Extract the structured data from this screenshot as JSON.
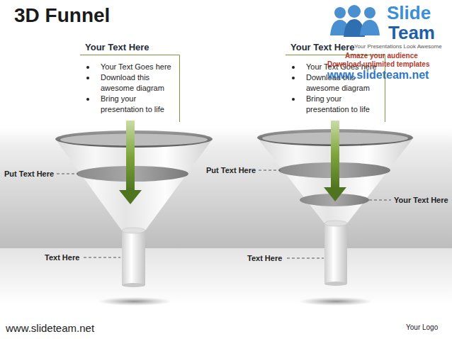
{
  "diagram": {
    "title": "3D Funnel",
    "nodes": [
      {
        "text": [
          "Your Text Here",
          "Your Text Goes here",
          "Download this awesome diagram",
          "Bring your presentation to life"
        ]
      },
      {
        "text": [
          "Your Text Here",
          "Your Text Goes here",
          "Download this awesome diagram",
          "Bring your presentation to life"
        ]
      }
    ],
    "labels": [
      "Put Text Here",
      "Text Here",
      "Put Text Here",
      "Text Here",
      "Your Text Here",
      "Slide",
      "Team",
      "Your Presentations Look Awesome",
      "Amaze your audience",
      "Download unlimited templates",
      "www.slideteam.net",
      "www.slideteam.net",
      "Your Logo"
    ]
  }
}
